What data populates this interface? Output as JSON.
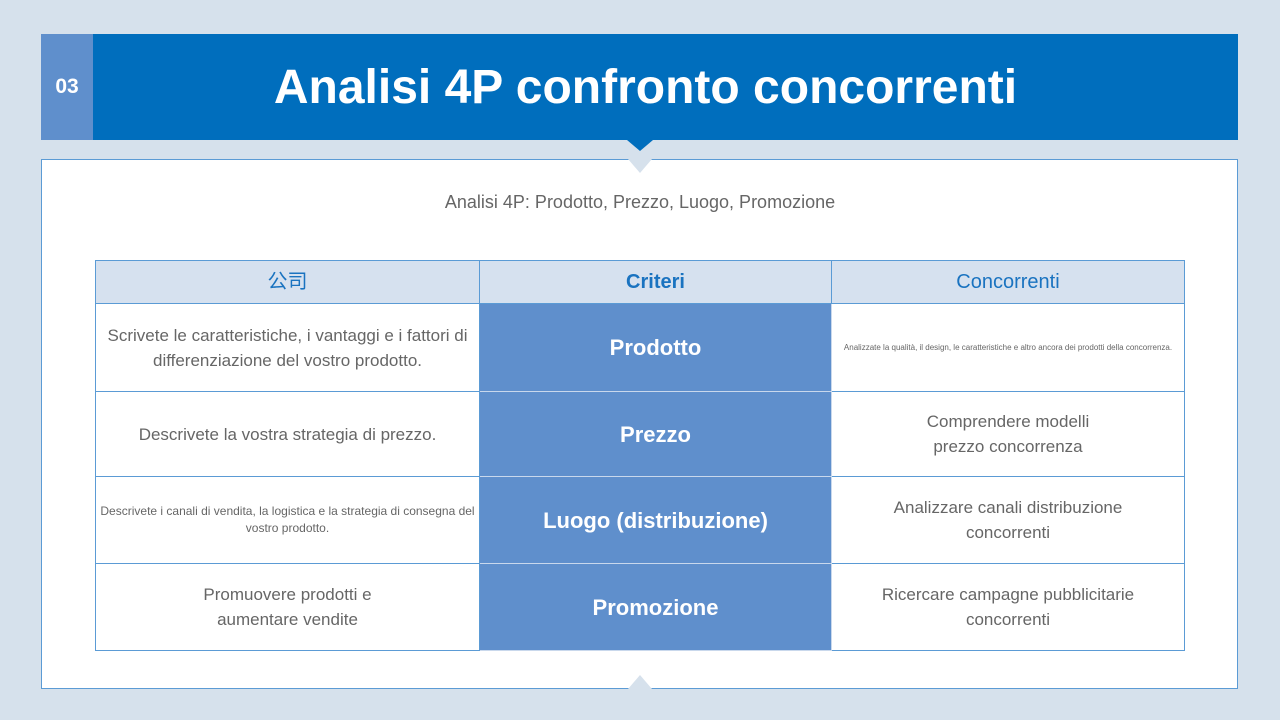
{
  "header": {
    "number": "03",
    "title": "Analisi 4P confronto concorrenti"
  },
  "subtitle": "Analisi 4P: Prodotto, Prezzo, Luogo, Promozione",
  "table": {
    "columns": [
      "公司",
      "Criteri",
      "Concorrenti"
    ],
    "rows": [
      {
        "company": "Scrivete le caratteristiche, i vantaggi e i fattori di differenziazione del vostro prodotto.",
        "criterion": "Prodotto",
        "competitors": "Analizzate la qualità, il design, le caratteristiche e altro ancora dei prodotti della concorrenza."
      },
      {
        "company": "Descrivete la vostra strategia di prezzo.",
        "criterion": "Prezzo",
        "competitors": "Comprendere modelli prezzo concorrenza"
      },
      {
        "company": "Descrivete i canali di vendita, la logistica e la strategia di consegna del vostro prodotto.",
        "criterion": "Luogo (distribuzione)",
        "competitors": "Analizzare canali distribuzione concorrenti"
      },
      {
        "company": "Promuovere prodotti e aumentare vendite",
        "criterion": "Promozione",
        "competitors": "Ricercare campagne pubblicitarie concorrenti"
      }
    ]
  },
  "colors": {
    "primary": "#006ebd",
    "accent": "#5f8fcc",
    "background": "#d6e1ec"
  }
}
